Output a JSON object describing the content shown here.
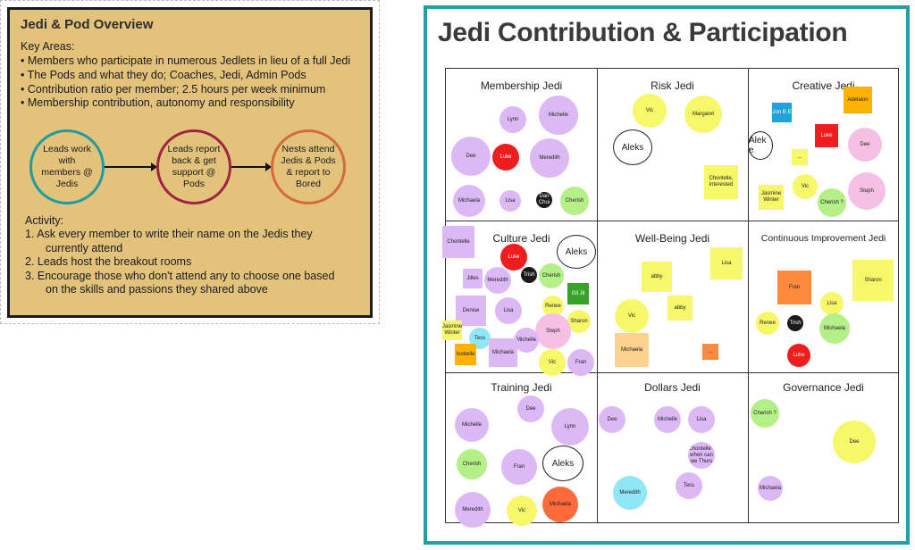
{
  "overview": {
    "title": "Jedi & Pod Overview",
    "key_areas_heading": "Key Areas:",
    "key_areas": [
      "• Members who participate in numerous Jedlets in lieu of a full Jedi",
      "• The Pods and what they do; Coaches, Jedi, Admin Pods",
      "• Contribution ratio per member; 2.5 hours per week minimum",
      "• Membership contribution, autonomy and responsibility"
    ],
    "flow": [
      {
        "text": "Leads work with members @ Jedis",
        "color": "#1f9ba1"
      },
      {
        "text": "Leads report back & get support @ Pods",
        "color": "#9e2440"
      },
      {
        "text": "Nests attend Jedis & Pods & report to Bored",
        "color": "#d5693f"
      }
    ],
    "activity_heading": "Activity:",
    "activity": [
      "1.   Ask every member to write their name on the Jedis they",
      "currently attend",
      "2.   Leads host the breakout rooms",
      "3.   Encourage those who don't attend any to choose one based",
      "on the skills and passions they shared above"
    ]
  },
  "board": {
    "title": "Jedi Contribution & Participation",
    "cells": [
      {
        "label": "Membership Jedi"
      },
      {
        "label": "Risk Jedi"
      },
      {
        "label": "Creative Jedi"
      },
      {
        "label": "Culture Jedi"
      },
      {
        "label": "Well-Being Jedi"
      },
      {
        "label": "Continuous Improvement Jedi"
      },
      {
        "label": "Training Jedi"
      },
      {
        "label": "Dollars Jedi"
      },
      {
        "label": "Governance Jedi"
      }
    ],
    "notes": {
      "n1": "Lynn",
      "n2": "Michelle",
      "n3": "Dee",
      "n4": "Luke",
      "n5": "Meredith",
      "n6": "Michaela",
      "n7": "Lisa",
      "n8": "Dan Chui",
      "n9": "Cherish",
      "n10": "Vic",
      "n11": "Margaret",
      "n12": "Aleks",
      "n13": "Chontelle, interested",
      "n14": "Adelaion",
      "n15": "Jon B E",
      "n16": "Alek e",
      "n17": "Luke",
      "n18": "Dee",
      "n19": "...",
      "n20": "Vic",
      "n21": "Jasmine Winter",
      "n22": "Cherish ?",
      "n23": "Steph",
      "n24": "Chontelle",
      "n25": "Luke",
      "n26": "Aleks",
      "n27": "Trish",
      "n28": "Cherish",
      "n29": "Jilles",
      "n30": "Meredith",
      "n31": "Gil Jil",
      "n32": "Renee",
      "n33": "Sharon",
      "n34": "Denise",
      "n35": "Lisa",
      "n36": "Jasmine Winter",
      "n37": "Tess",
      "n38": "Steph",
      "n39": "Michelle",
      "n40": "Isobelle",
      "n41": "Michaela",
      "n42": "Vic",
      "n43": "Fran",
      "n44": "abby",
      "n45": "Lisa",
      "n46": "abby",
      "n47": "Vic",
      "n48": "Michaela",
      "n49": "...",
      "n50": "Fran",
      "n51": "Sharon",
      "n52": "Lisa",
      "n53": "Renee",
      "n54": "Trish",
      "n55": "Michaela",
      "n56": "Luke",
      "n57": "Dee",
      "n58": "Michelle",
      "n59": "Lynn",
      "n60": "Cherish",
      "n61": "Fran",
      "n62": "Aleks",
      "n63": "Meredith",
      "n64": "Vic",
      "n65": "Michaela",
      "n66": "Dee",
      "n67": "Michelle",
      "n68": "Lisa",
      "n69": "Chontelle - when can we Thurs",
      "n70": "Meredith",
      "n71": "Tess",
      "n72": "Cherish ?",
      "n73": "Dee",
      "n74": "Michaela"
    }
  }
}
